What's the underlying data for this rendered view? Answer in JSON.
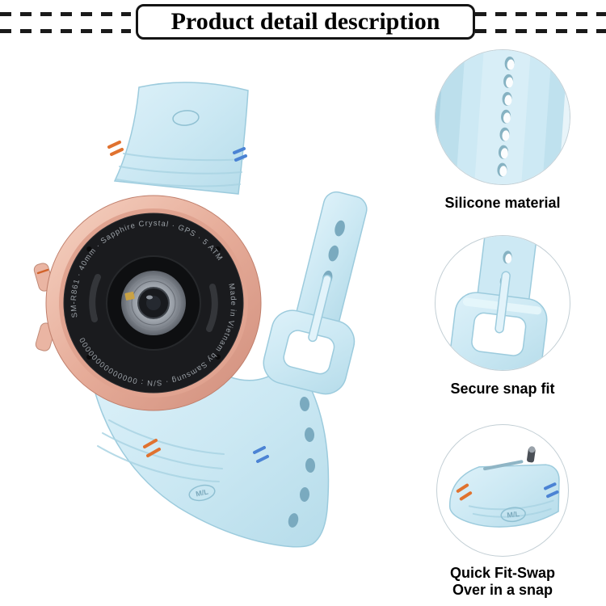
{
  "header": {
    "title": "Product detail description"
  },
  "watch": {
    "ring_text_top": "SM-R861 · 40mm · Sapphire Crystal · GPS · 5 ATM",
    "ring_text_bottom": "Made in Vietnam by Samsung · S/N : 00000000000000",
    "size_stamp": "M/L"
  },
  "callouts": [
    {
      "label": "Silicone material"
    },
    {
      "label": "Secure snap fit"
    },
    {
      "label": "Quick Fit-Swap",
      "label2": "Over in a snap"
    }
  ],
  "colors": {
    "strap": "#cde9f4",
    "strap_edge": "#9ccbdd",
    "strap_hole": "#7aaabf",
    "accent_orange": "#e0722f",
    "accent_blue": "#4b83d4",
    "case_gold": "#e2a894",
    "watch_back": "#1a1b1e",
    "title_border": "#141414"
  }
}
